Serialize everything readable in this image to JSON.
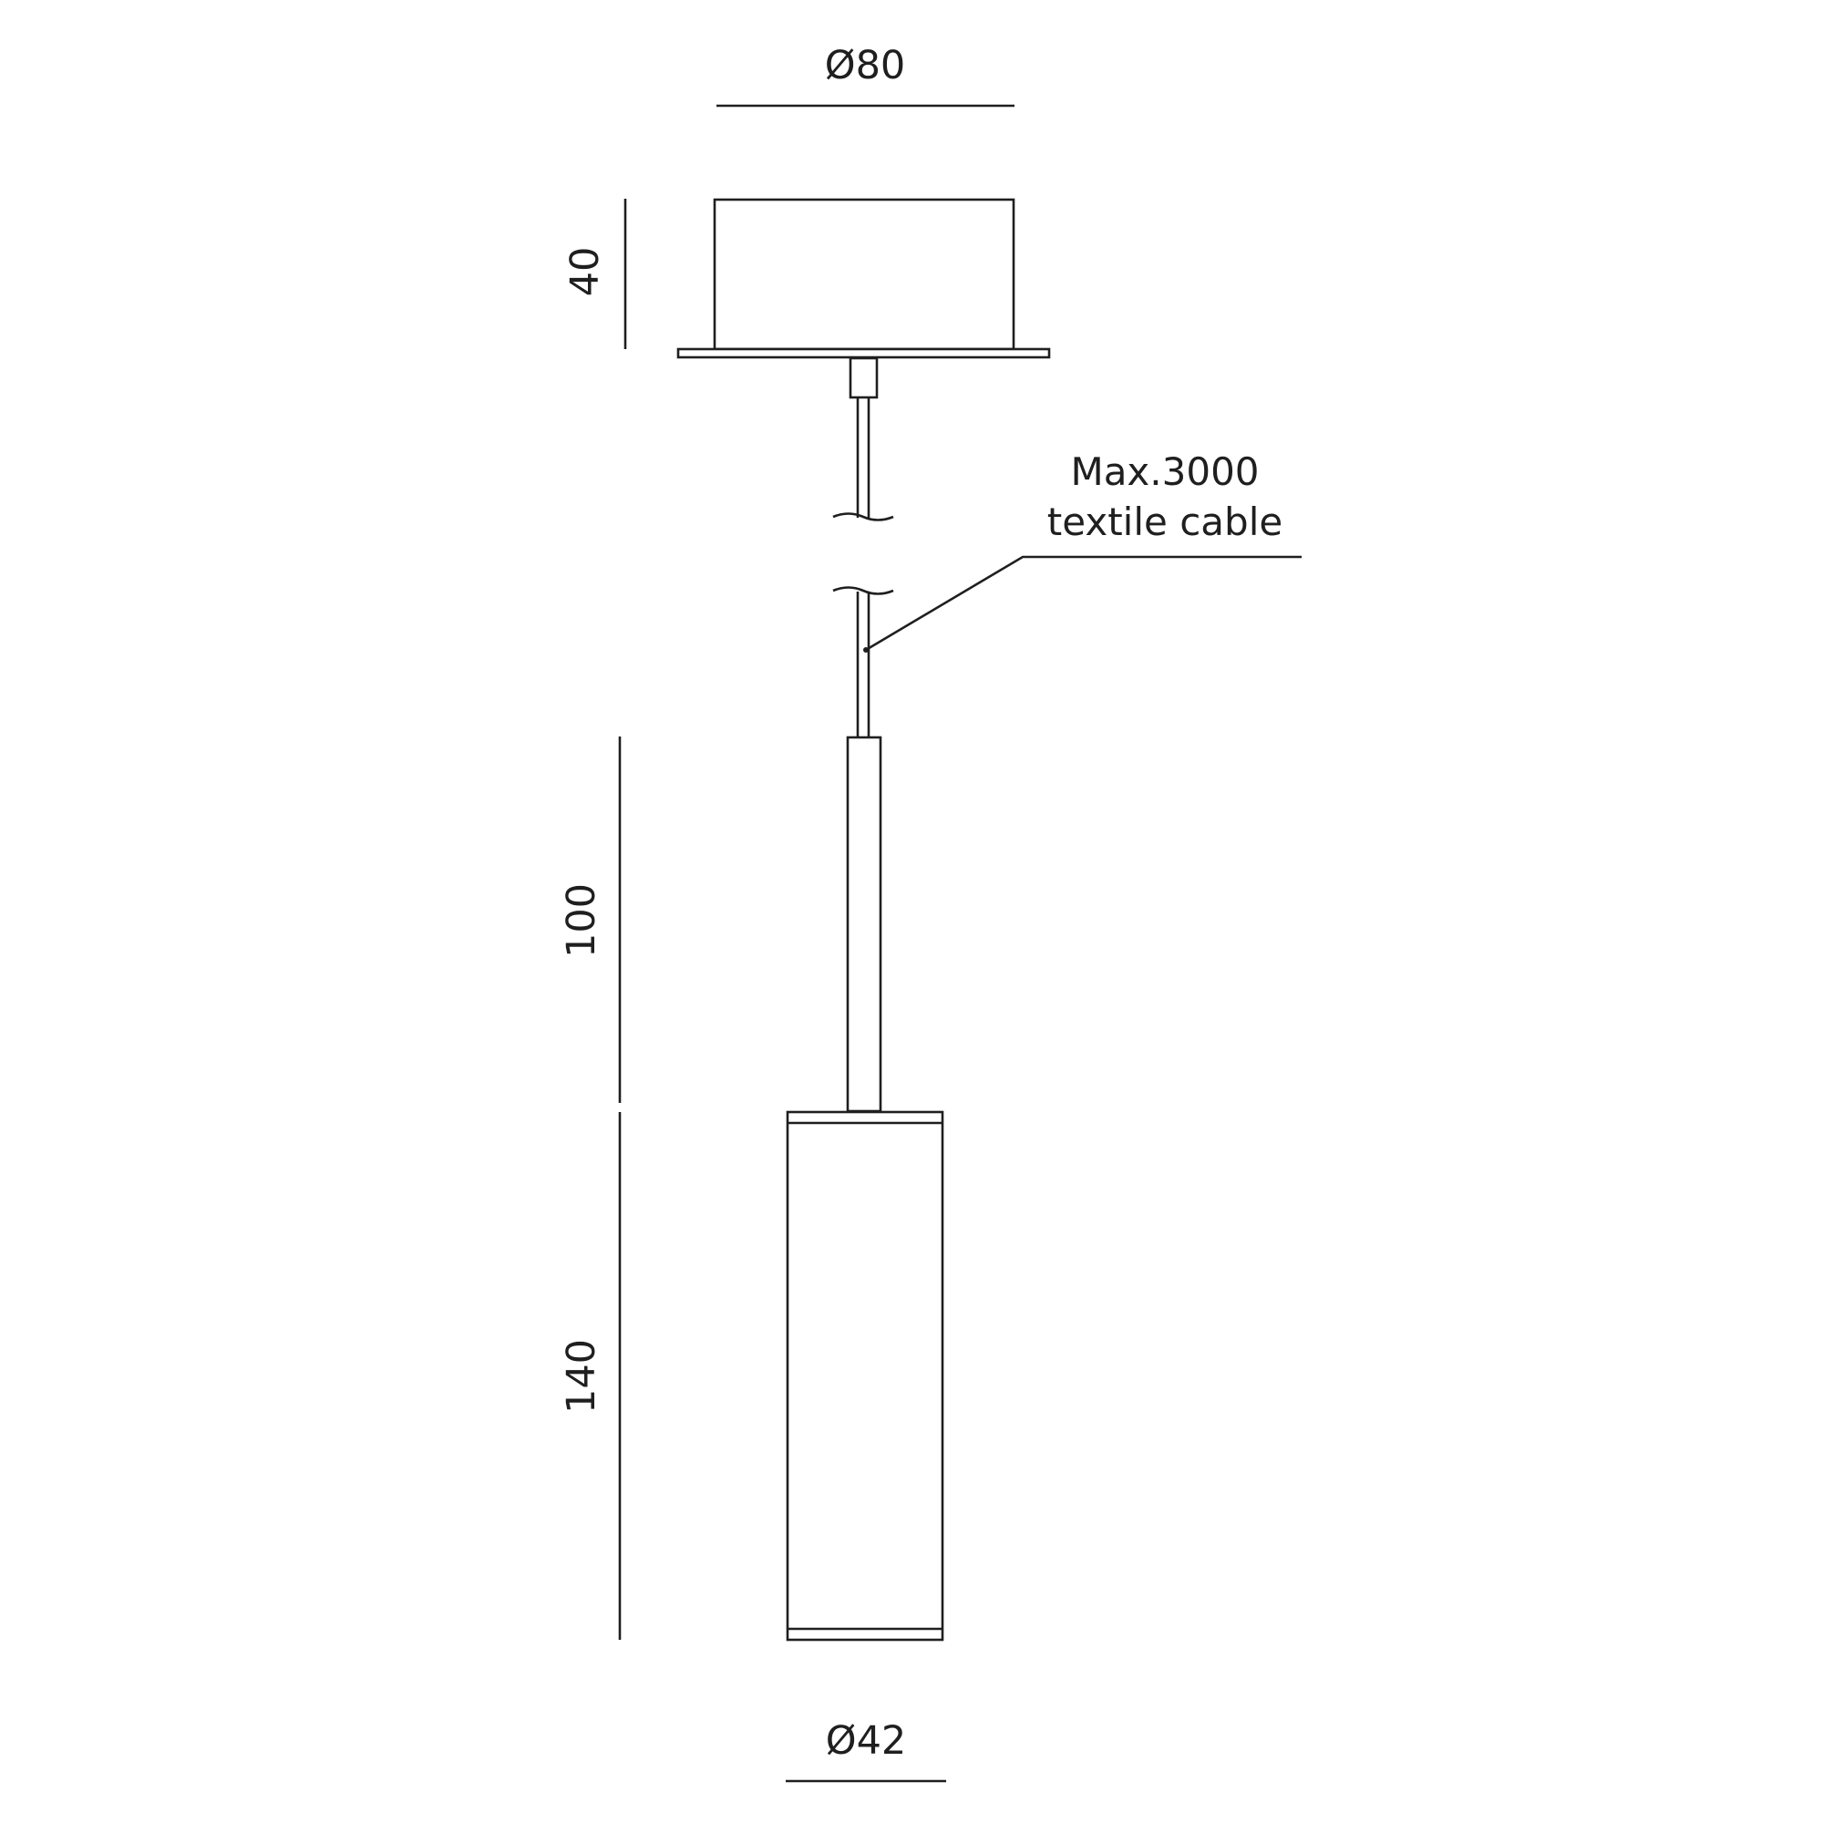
{
  "dimensions": {
    "canopy_diameter": "Ø80",
    "canopy_height": "40",
    "stem_length": "100",
    "shade_length": "140",
    "shade_diameter": "Ø42"
  },
  "callout": {
    "line1": "Max.3000",
    "line2": "textile cable"
  },
  "colors": {
    "line": "#1f1f1f",
    "background": "#ffffff"
  }
}
